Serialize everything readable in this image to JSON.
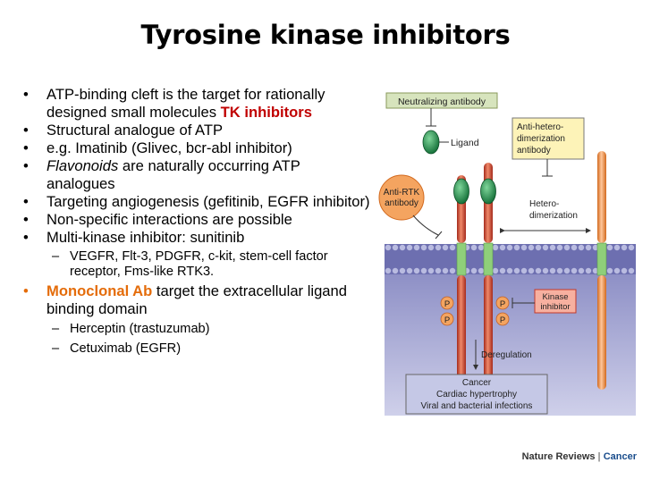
{
  "title": "Tyrosine kinase inhibitors",
  "bullets": [
    {
      "text_a": "ATP-binding cleft is the target for rationally designed small molecules ",
      "highlight": "TK inhibitors"
    },
    {
      "text": "Structural analogue of ATP"
    },
    {
      "text": "e.g. Imatinib (Glivec, bcr-abl inhibitor)"
    },
    {
      "italic": "Flavonoids",
      "text_b": " are naturally occurring ATP analogues"
    },
    {
      "text": "Targeting angiogenesis (gefitinib, EGFR inhibitor)"
    },
    {
      "text": "Non-specific interactions are possible"
    },
    {
      "text": "Multi-kinase inhibitor: sunitinib"
    },
    {
      "highlight": "Monoclonal Ab",
      "text_b": " target the extracellular ligand binding domain"
    }
  ],
  "sub_bullets_sunitinib": [
    "VEGFR, Flt-3, PDGFR, c-kit, stem-cell factor receptor, Fms-like RTK3."
  ],
  "sub_bullets_mab": [
    "Herceptin (trastuzumab)",
    "Cetuximab (EGFR)"
  ],
  "glyphs": {
    "bullet": "•",
    "dash": "–"
  },
  "figure": {
    "neutralizing_antibody": "Neutralizing antibody",
    "ligand": "Ligand",
    "anti_hetero_line1": "Anti-hetero-",
    "anti_hetero_line2": "dimerization",
    "anti_hetero_line3": "antibody",
    "anti_rtk_line1": "Anti-RTK",
    "anti_rtk_line2": "antibody",
    "hetero_line1": "Hetero-",
    "hetero_line2": "dimerization",
    "p": "P",
    "kinase_line1": "Kinase",
    "kinase_line2": "inhibitor",
    "deregulation": "Deregulation",
    "outcome_line1": "Cancer",
    "outcome_line2": "Cardiac hypertrophy",
    "outcome_line3": "Viral and bacterial infections",
    "credit_a": "Nature Reviews",
    "credit_sep": " | ",
    "credit_b": "Cancer"
  },
  "colors": {
    "highlight_red": "#c00000",
    "highlight_orange": "#e46c0a",
    "membrane_purple": "#6d6fb0",
    "receptor_red": "#cc3a2a"
  }
}
